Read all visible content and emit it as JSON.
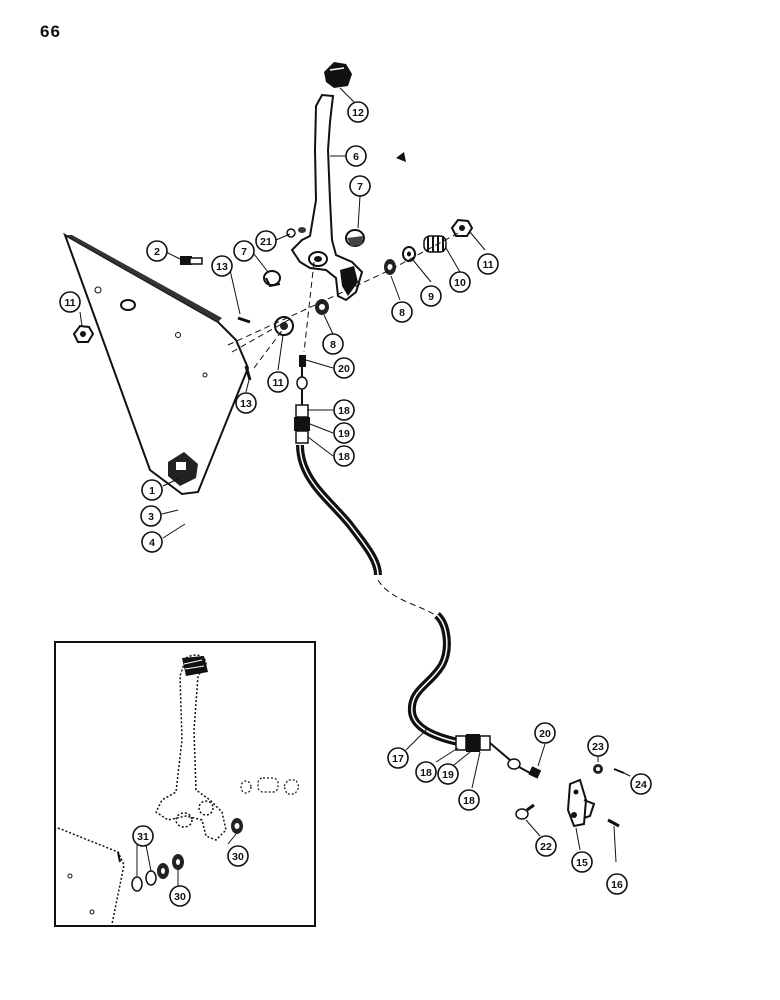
{
  "page_number": "66",
  "callouts": [
    {
      "id": "c12",
      "label": "12"
    },
    {
      "id": "c6",
      "label": "6"
    },
    {
      "id": "c7a",
      "label": "7"
    },
    {
      "id": "c21",
      "label": "21"
    },
    {
      "id": "c2",
      "label": "2"
    },
    {
      "id": "c7b",
      "label": "7"
    },
    {
      "id": "c13a",
      "label": "13"
    },
    {
      "id": "c11a",
      "label": "11"
    },
    {
      "id": "c11b",
      "label": "11"
    },
    {
      "id": "c10",
      "label": "10"
    },
    {
      "id": "c9",
      "label": "9"
    },
    {
      "id": "c8a",
      "label": "8"
    },
    {
      "id": "c8b",
      "label": "8"
    },
    {
      "id": "c11c",
      "label": "11"
    },
    {
      "id": "c20a",
      "label": "20"
    },
    {
      "id": "c13b",
      "label": "13"
    },
    {
      "id": "c18a",
      "label": "18"
    },
    {
      "id": "c19a",
      "label": "19"
    },
    {
      "id": "c18b",
      "label": "18"
    },
    {
      "id": "c1",
      "label": "1"
    },
    {
      "id": "c3",
      "label": "3"
    },
    {
      "id": "c4",
      "label": "4"
    },
    {
      "id": "c20b",
      "label": "20"
    },
    {
      "id": "c23",
      "label": "23"
    },
    {
      "id": "c24",
      "label": "24"
    },
    {
      "id": "c17",
      "label": "17"
    },
    {
      "id": "c18c",
      "label": "18"
    },
    {
      "id": "c19b",
      "label": "19"
    },
    {
      "id": "c18d",
      "label": "18"
    },
    {
      "id": "c22",
      "label": "22"
    },
    {
      "id": "c15",
      "label": "15"
    },
    {
      "id": "c16",
      "label": "16"
    },
    {
      "id": "c31",
      "label": "31"
    },
    {
      "id": "c30a",
      "label": "30"
    },
    {
      "id": "c30b",
      "label": "30"
    }
  ]
}
